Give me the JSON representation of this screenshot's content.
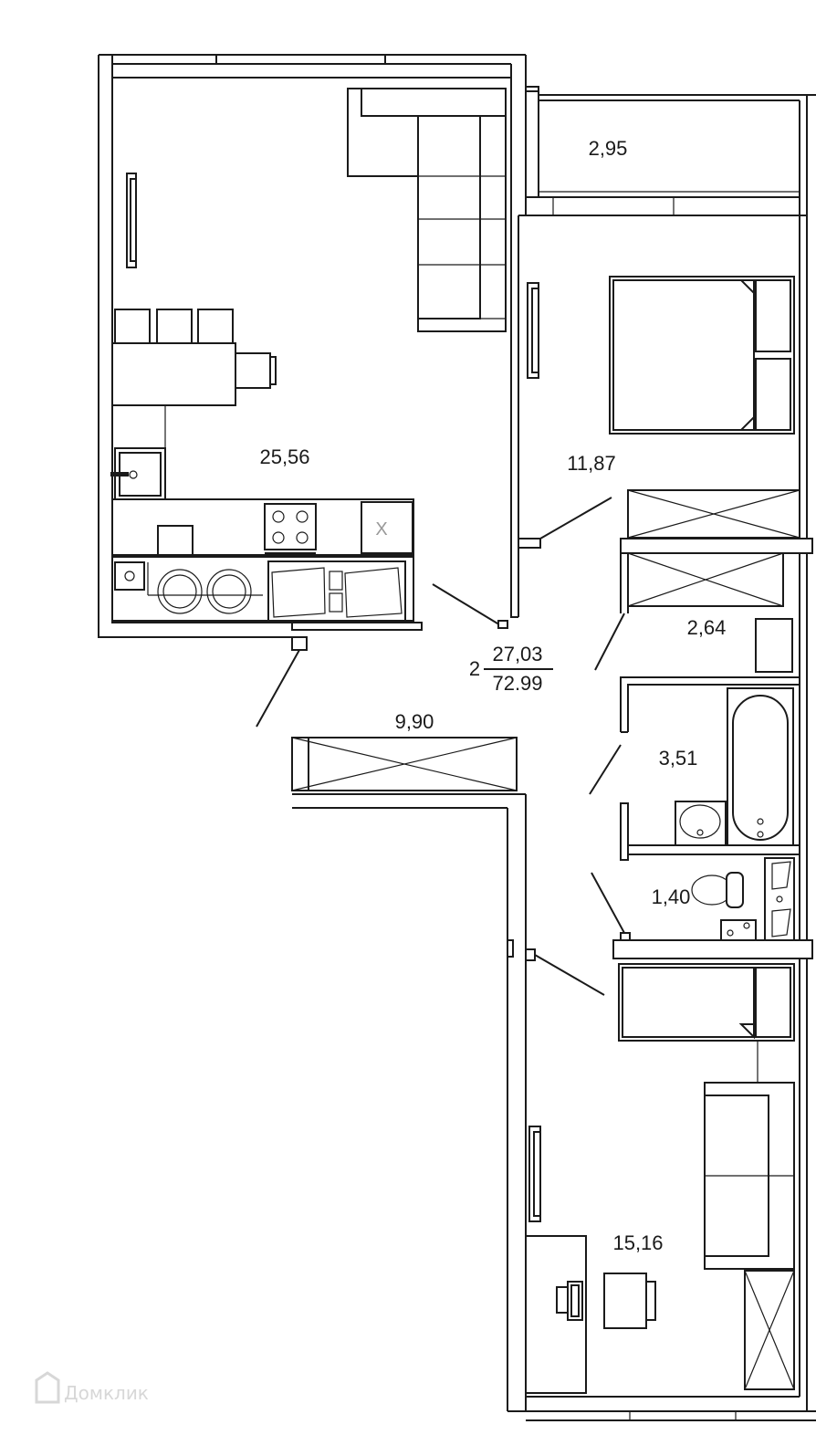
{
  "rooms": {
    "kitchen_living": "25,56",
    "balcony": "2,95",
    "bedroom_1": "11,87",
    "wardrobe": "2,64",
    "hall": "9,90",
    "bathroom": "3,51",
    "wc": "1,40",
    "bedroom_2": "15,16"
  },
  "summary": {
    "rooms_count": "2",
    "living_area": "27,03",
    "total_area": "72.99"
  },
  "watermark": "Домклик"
}
